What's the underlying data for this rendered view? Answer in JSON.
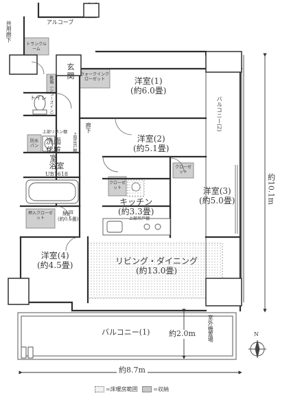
{
  "rooms": {
    "common_corridor": "共用廊下",
    "alcove": "アルコーブ",
    "trunk_room": "トランクルーム",
    "shoe_closet": "靴箱（シューズイン）",
    "entrance": "玄関",
    "walkin_closet": "ウォークインクローゼット",
    "western1": {
      "name": "洋室(1)",
      "size": "(約6.0畳)"
    },
    "toilet": "トイレ",
    "hallway": "廊下",
    "western2": {
      "name": "洋室(2)",
      "size": "(約5.1畳)"
    },
    "balcony2": "バルコニー(2)",
    "linen_shelf": "上部リネン棚",
    "washroom": "洗面化粧室",
    "waterproof_pan": "防水パン",
    "upper_shelf": "上部吊戸棚",
    "bath": {
      "name": "浴室",
      "size": "UB1618"
    },
    "closet_a": "クローゼット",
    "closet_b": "クローゼット",
    "western3": {
      "name": "洋室(3)",
      "size": "(約5.0畳)"
    },
    "kitchen": {
      "name": "キッチン",
      "size": "(約3.3畳)"
    },
    "upper_cabinet": "上部吊戸棚",
    "oshiire": "押入クローゼット",
    "nando": {
      "name": "納戸",
      "size": "(約0.5畳)"
    },
    "western4": {
      "name": "洋室(4)",
      "size": "(約4.5畳)"
    },
    "living": {
      "name": "リビング・ダイニング",
      "size": "(約13.0畳)"
    },
    "balcony1": "バルコニー(1)",
    "outdoor_unit": "室外機置場"
  },
  "dimensions": {
    "depth": "約10.1m",
    "balcony_depth": "約2.0m",
    "width": "約8.7m"
  },
  "compass": "N",
  "legend": {
    "heated": "=床暖房範囲",
    "storage": "=収納"
  }
}
